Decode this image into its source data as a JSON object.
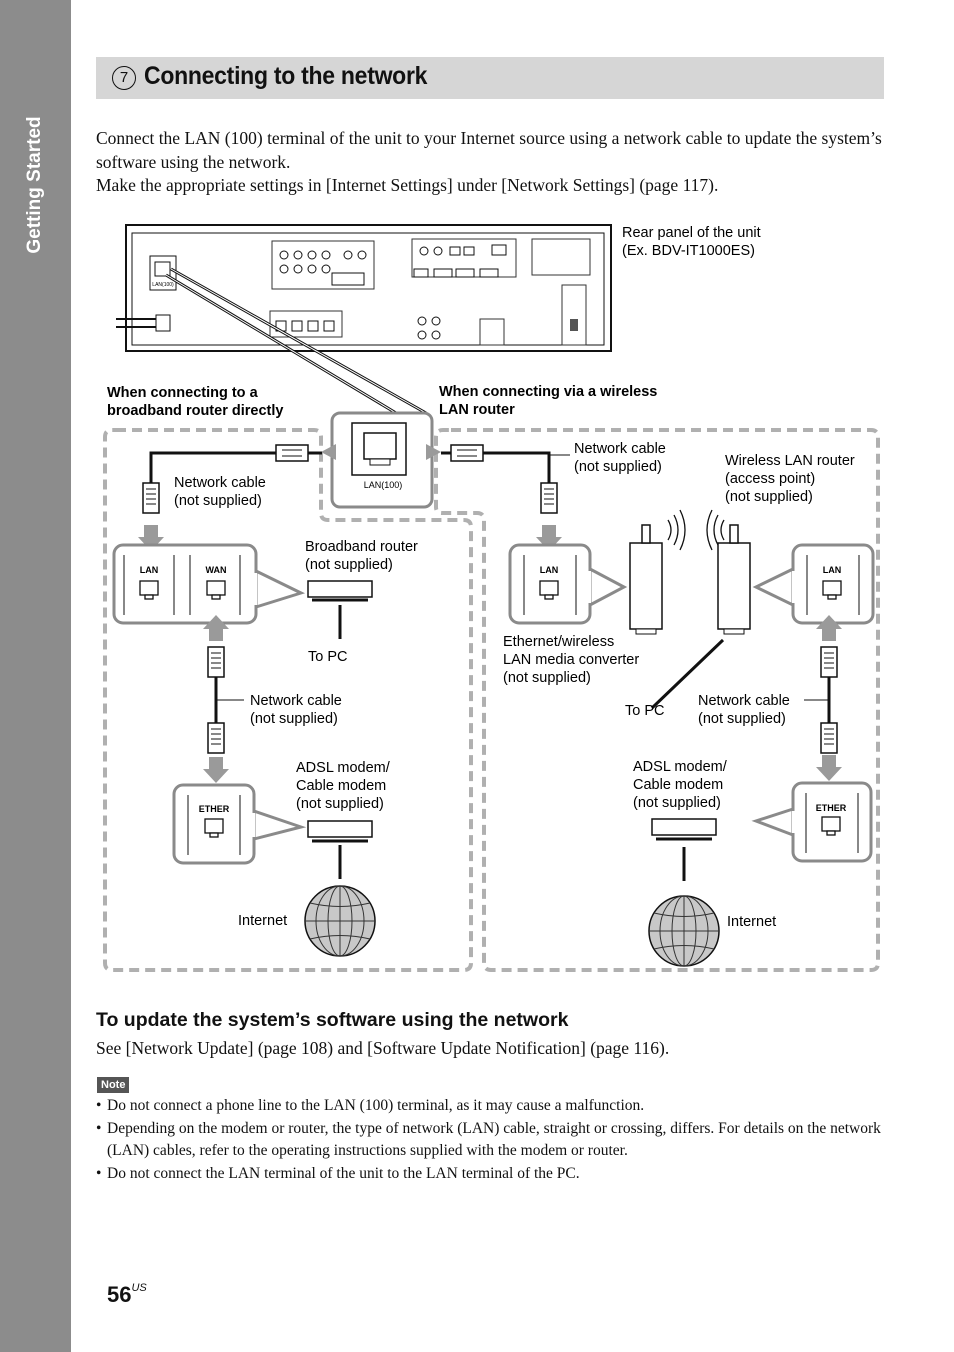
{
  "sidebar": {
    "label": "Getting Started"
  },
  "section": {
    "step": "7",
    "title": "Connecting to the network"
  },
  "intro": [
    "Connect the LAN (100) terminal of the unit to your Internet source using a network cable to update the system’s software using the network.",
    "Make the appropriate settings in [Internet Settings] under [Network Settings] (page 117)."
  ],
  "diagram": {
    "rear_panel_label": "Rear panel of the unit",
    "rear_panel_example": "(Ex. BDV-IT1000ES)",
    "panel_lan_text": "LAN(100)",
    "lan_zoom_label": "LAN(100)",
    "left_heading_1": "When connecting to a",
    "left_heading_2": "broadband router directly",
    "right_heading_1": "When connecting via a wireless",
    "right_heading_2": "LAN router",
    "cable_1": "Network cable",
    "not_supplied": "(not supplied)",
    "broadband_router": "Broadband router",
    "to_pc": "To PC",
    "adsl_1": "ADSL modem/",
    "adsl_2": "Cable modem",
    "internet": "Internet",
    "lan_port": "LAN",
    "wan_port": "WAN",
    "ether_port": "ETHER",
    "wireless_router_1": "Wireless LAN router",
    "wireless_router_2": "(access point)",
    "converter_1": "Ethernet/wireless",
    "converter_2": "LAN media converter"
  },
  "update": {
    "heading": "To update the system’s software using the network",
    "text": "See [Network Update] (page 108) and [Software Update Notification] (page 116)."
  },
  "note": {
    "badge": "Note",
    "items": [
      "Do not connect a phone line to the LAN (100) terminal, as it may cause a malfunction.",
      "Depending on the modem or router, the type of network (LAN) cable, straight or crossing, differs. For details on the network (LAN) cables, refer to the operating instructions supplied with the modem or router.",
      "Do not connect the LAN terminal of the unit to the LAN terminal of the PC."
    ]
  },
  "page": {
    "number": "56",
    "suffix": "US"
  }
}
